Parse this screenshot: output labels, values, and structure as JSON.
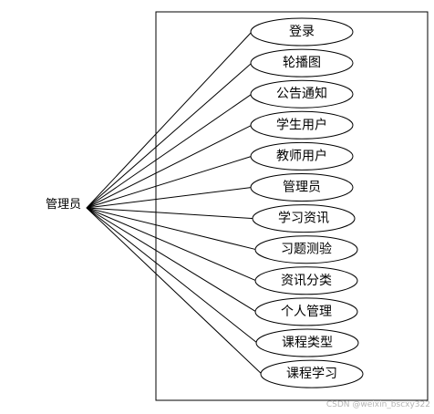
{
  "actor": {
    "label": "管理员"
  },
  "use_cases": [
    "登录",
    "轮播图",
    "公告通知",
    "学生用户",
    "教师用户",
    "管理员",
    "学习资讯",
    "习题测验",
    "资讯分类",
    "个人管理",
    "课程类型",
    "课程学习"
  ],
  "watermark": "CSDN @weixin_bscxy322"
}
